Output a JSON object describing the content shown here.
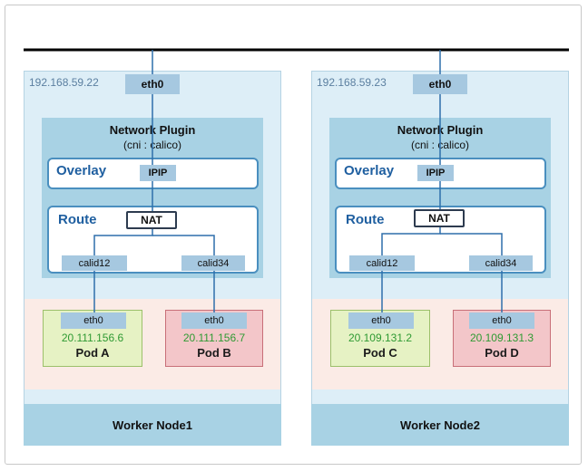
{
  "nodes": [
    {
      "host_ip": "192.168.59.22",
      "eth": "eth0",
      "plugin_title": "Network Plugin",
      "plugin_sub": "(cni : calico)",
      "overlay_label": "Overlay",
      "ipip_label": "IPIP",
      "route_label": "Route",
      "nat_label": "NAT",
      "calid_left": "calid12",
      "calid_right": "calid34",
      "pods": [
        {
          "eth": "eth0",
          "ip": "20.111.156.6",
          "name": "Pod A"
        },
        {
          "eth": "eth0",
          "ip": "20.111.156.7",
          "name": "Pod B"
        }
      ],
      "worker_label": "Worker Node1"
    },
    {
      "host_ip": "192.168.59.23",
      "eth": "eth0",
      "plugin_title": "Network Plugin",
      "plugin_sub": "(cni : calico)",
      "overlay_label": "Overlay",
      "ipip_label": "IPIP",
      "route_label": "Route",
      "nat_label": "NAT",
      "calid_left": "calid12",
      "calid_right": "calid34",
      "pods": [
        {
          "eth": "eth0",
          "ip": "20.109.131.2",
          "name": "Pod C"
        },
        {
          "eth": "eth0",
          "ip": "20.109.131.3",
          "name": "Pod D"
        }
      ],
      "worker_label": "Worker Node2"
    }
  ],
  "colors": {
    "node_bg": "#ddeef7",
    "plugin_bg": "#a8d2e4",
    "tag_blue": "#a6c8e0",
    "layer_border": "#4a8fbf",
    "layer_text": "#1f5fa0",
    "pod_green": "#e6f2c4",
    "pod_red": "#f3c6c9",
    "pod_ip_text": "#2f9a33",
    "pod_band": "#fbebe6"
  }
}
